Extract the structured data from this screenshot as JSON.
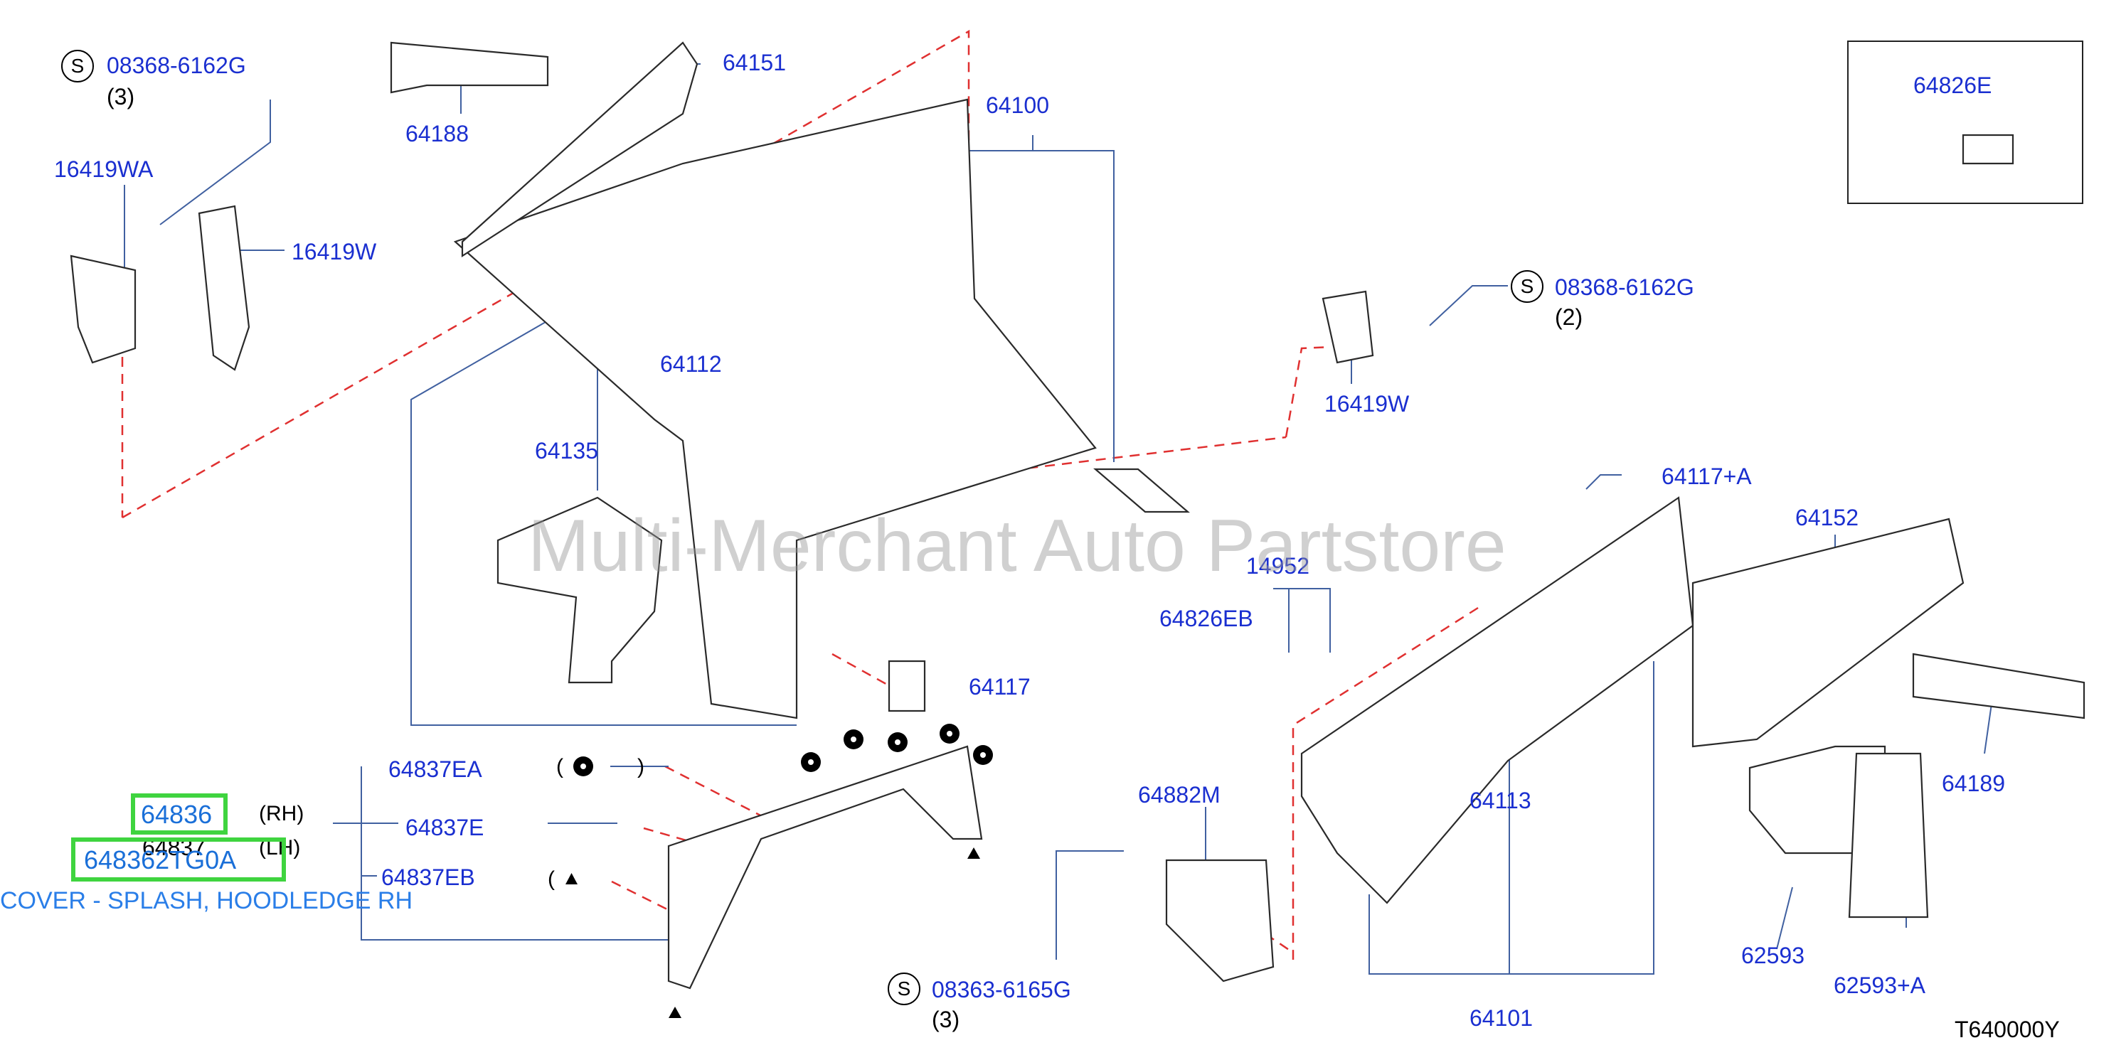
{
  "diagram": {
    "code": "T640000Y",
    "watermark": "Multi-Merchant Auto Partstore",
    "selected": {
      "part": "64836",
      "part_number": "648362TG0A",
      "description": "COVER - SPLASH, HOODLEDGE RH"
    },
    "labels": {
      "p08368_top": "08368-6162G",
      "p08368_top_qty": "(3)",
      "p16419wa": "16419WA",
      "p16419w_left": "16419W",
      "p64188": "64188",
      "p64151": "64151",
      "p64100": "64100",
      "p64112": "64112",
      "p64135": "64135",
      "p64117": "64117",
      "p64826e": "64826E",
      "p08368_right": "08368-6162G",
      "p08368_right_qty": "(2)",
      "p16419w_right": "16419W",
      "p64117a": "64117+A",
      "p14952": "14952",
      "p64826eb": "64826EB",
      "p64152": "64152",
      "p64189": "64189",
      "p64113": "64113",
      "p64101": "64101",
      "p62593": "62593",
      "p62593a": "62593+A",
      "p64882m": "64882M",
      "p08363": "08363-6165G",
      "p08363_qty": "(3)",
      "p64837ea": "64837EA",
      "p64837e": "64837E",
      "p64837eb": "64837EB",
      "p64836": "64836",
      "rh": "(RH)",
      "p64837": "64837",
      "lh": "(LH)",
      "paren_open_1": "(",
      "paren_close_1": ")",
      "paren_open_2": "(",
      "s_mark": "S"
    }
  }
}
